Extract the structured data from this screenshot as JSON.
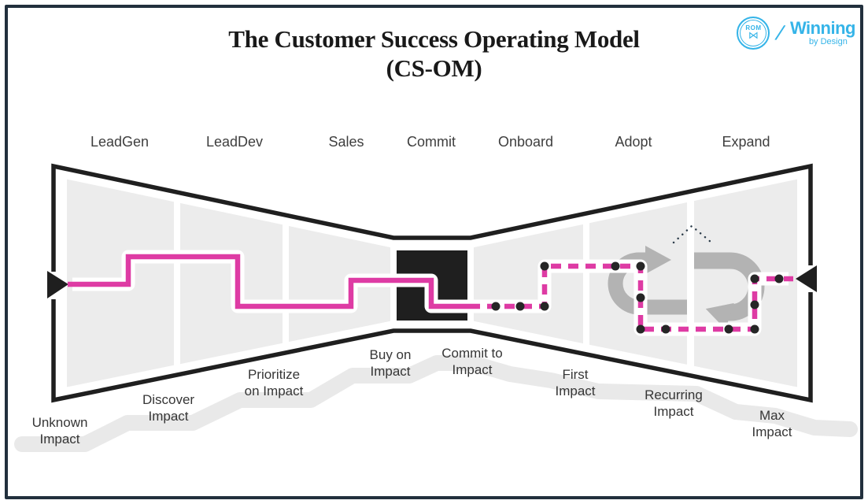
{
  "title": {
    "line1": "The Customer Success Operating Model",
    "line2": "(CS-OM)"
  },
  "logo": {
    "badge_text": "ROM",
    "separator": "/",
    "brand_name": "Winning",
    "brand_tagline": "by Design"
  },
  "stages": [
    {
      "label": "LeadGen"
    },
    {
      "label": "LeadDev"
    },
    {
      "label": "Sales"
    },
    {
      "label": "Commit"
    },
    {
      "label": "Onboard"
    },
    {
      "label": "Adopt"
    },
    {
      "label": "Expand"
    }
  ],
  "impact_milestones": [
    {
      "label": "Unknown\nImpact"
    },
    {
      "label": "Discover\nImpact"
    },
    {
      "label": "Prioritize\non Impact"
    },
    {
      "label": "Buy on\nImpact"
    },
    {
      "label": "Commit to\nImpact"
    },
    {
      "label": "First\nImpact"
    },
    {
      "label": "Recurring\nImpact"
    },
    {
      "label": "Max\nImpact"
    }
  ],
  "colors": {
    "accent_pink": "#DE3BA4",
    "outline_black": "#1F1F1F",
    "panel_gray": "#ECECEC",
    "loop_gray": "#B3B3B3",
    "band_gray": "#E9E9E9",
    "dot_black": "#262626",
    "frame_navy": "#22303D",
    "brand_blue": "#35B4E8"
  }
}
